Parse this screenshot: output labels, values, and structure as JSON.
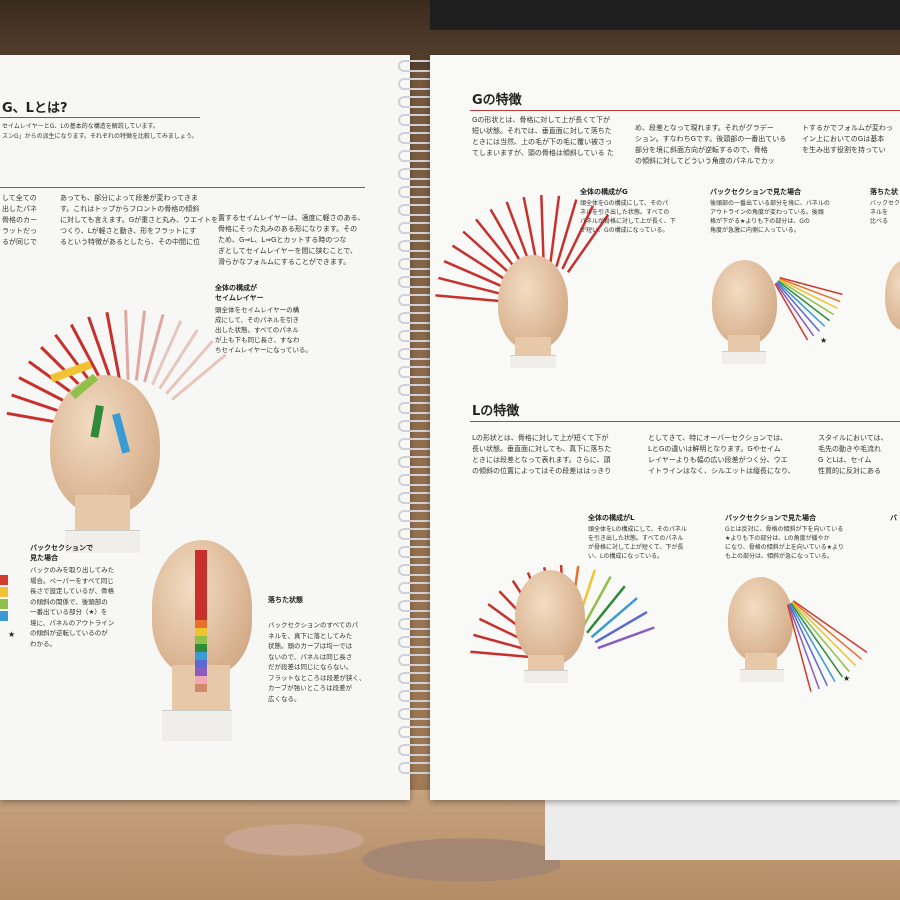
{
  "left_page": {
    "title": "G、Lとは?",
    "intro_1": "セイムレイヤーとG、Lの基本的な構造を解説しています。",
    "intro_2": "スンG」からの派生になります。それぞれの特徴を比較してみましょう。",
    "col_1": "して全ての\n出したパネ\n骨格のカー\nラットだっ\nるが同じで",
    "col_2": "あっても、部分によって段差が変わってきま\nす。これはトップからフロントの骨格の傾斜\nに対しても言えます。Gが重さと丸み、ウエイトを\nつくり、Lが軽さと動き、形をフラットにす\nるという特徴があるとしたら、その中間に位",
    "col_3": "置するセイムレイヤーは、適度に軽さのある、\n骨格にそった丸みのある形になります。その\nため、G⇒L、L⇒Gとカットする時のつな\nぎとしてセイムレイヤーを間に挟むことで、\n滑らかなフォルムにすることができます。",
    "diagram_caption_title": "全体の構成が\nセイムレイヤー",
    "diagram_caption_body": "頭全体をセイムレイヤーの構\n成にして、そのパネルを引き\n出した状態。すべてのパネル\nが上も下も同じ長さ、すなわ\nちセイムレイヤーになっている。",
    "back_title": "バックセクションで\n見た場合",
    "back_body": "バックのみを取り出してみた\n場合。ペーパーをすべて同じ\n長さで設定しているが、骨格\nの傾斜の関係で、後頭部の\n一番出ている部分（★）を\n境に、パネルのアウトライン\nの傾斜が逆転しているのが\nわかる。",
    "fall_title": "落ちた状態",
    "fall_body": "バックセクションのすべてのパ\nネルを、真下に落としてみた\n状態。頭のカーブは均一では\nないので、パネルは同じ長さ\nだが段差は同じにならない。\nフラットなところは段差が狭く、\nカーブが強いところは段差が\n広くなる。"
  },
  "right_page": {
    "g_title": "Gの特徴",
    "g_col_1": "Gの形状とは、骨格に対して上が長くて下が\n短い状態。それでは、垂直面に対して落ちた\nときには当然、上の毛が下の毛に覆い被さっ\nてしまいますが、頭の骨格は傾斜している た",
    "g_col_2": "め、段差となって現れます。それがグラデー\nション。すなわちGです。後頭部の一番出ている\n部分を境に斜面方向が逆転するので、骨格\nの傾斜に対してどういう角度のパネルでカッ",
    "g_col_3": "トするかでフォルムが変わっ\nイン上においてのGは基本\nを生み出す役割を持ってい",
    "g_cap1_title": "全体の構成がG",
    "g_cap1_body": "頭全体をGの構成にして、そのパ\nネルを引き出した状態。すべての\nパネルが骨格に対して上が長く、下\nが短い、Gの構成になっている。",
    "g_cap2_title": "バックセクションで見た場合",
    "g_cap2_body": "後頭部の一番出ている部分を境に、パネルの\nアウトラインの角度が変わっている。後頭\n格が下がる★よりも下の部分は、Gの\n角度が急激に内側に入っている。",
    "g_cap3_title": "落ちた状",
    "g_cap3_body": "バックセク\nネルを\n比べる",
    "l_title": "Lの特徴",
    "l_col_1": "Lの形状とは、骨格に対して上が短くて下が\n長い状態。垂直面に対しても、真下に落ちた\nときには段差となって表れます。さらに、頭\nの傾斜の位置によってはその段差ははっきり",
    "l_col_2": "としてきて、特にオーバーセクションでは、\nLとGの違いは鮮明となります。Gやセイム\nレイヤーよりも幅の広い段差がつく分、ウエ\nイトラインはなく、シルエットは縦長になり、",
    "l_col_3": "スタイルにおいては、\n毛先の動きや毛流れ\nG とLは、セイム\n性質的に反対にある",
    "l_cap1_title": "全体の構成がL",
    "l_cap1_body": "頭全体をLの構成にして、そのパネル\nを引き出した状態。すべてのパネル\nが骨格に対して上が短くて、下が長\nい、Lの構成になっている。",
    "l_cap2_title": "バックセクションで見た場合",
    "l_cap2_body": "Gとは反対に、骨格の傾斜が下を向いている\n★よりも下の部分は、Lの角度が緩やか\nになり、骨格の傾斜が上を向いている★より\nも上の部分は、傾斜が急になっている。",
    "l_cap3_title": "バ"
  },
  "colors": {
    "red_strand": "#c8302c",
    "accent_rule": "#c43a3a",
    "rainbow": [
      "#d23a2c",
      "#e9702c",
      "#f1c232",
      "#8fc04a",
      "#2f8a3a",
      "#3a9ad4",
      "#5a6ad0",
      "#8a5cc0"
    ]
  },
  "symbols": {
    "star": "★"
  }
}
